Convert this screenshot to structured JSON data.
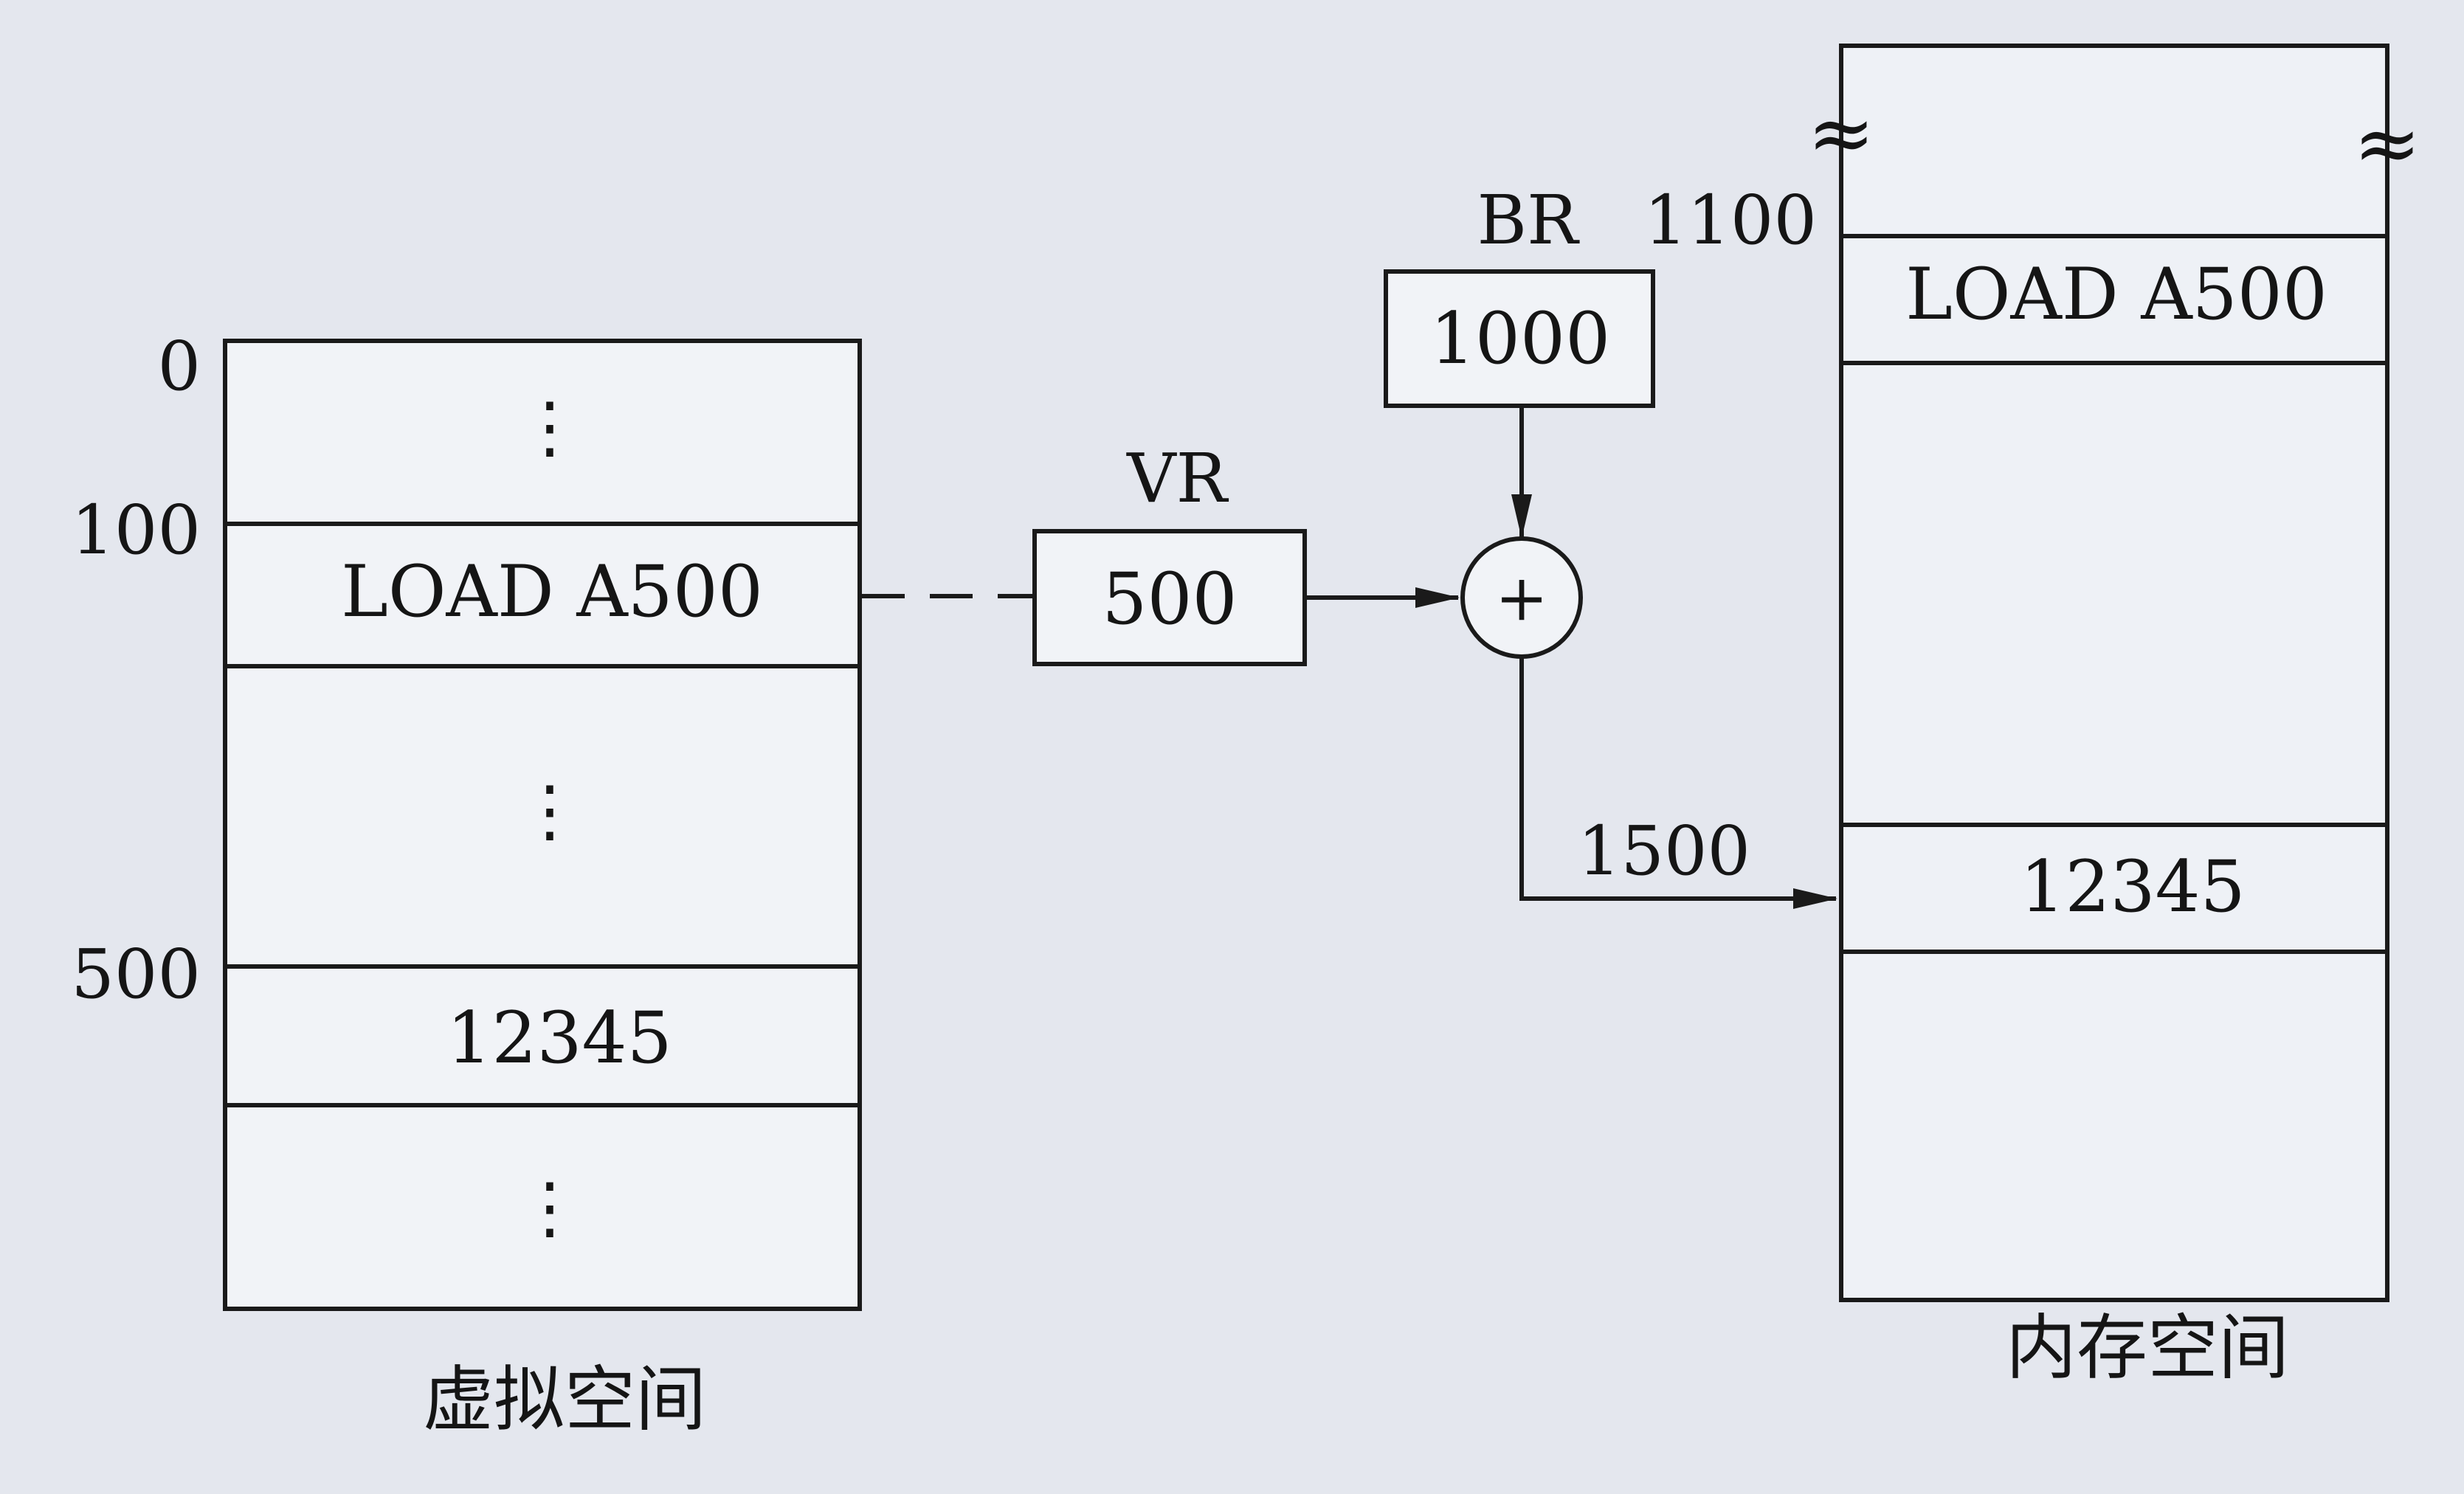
{
  "virtual_space": {
    "addresses": [
      "0",
      "100",
      "500"
    ],
    "instruction": "LOAD A500",
    "value": "12345",
    "ellipsis": "⋮",
    "caption": "虚拟空间"
  },
  "vr_register": {
    "label": "VR",
    "value": "500"
  },
  "br_register": {
    "label": "BR",
    "value": "1000"
  },
  "adder": {
    "symbol": "+"
  },
  "physical_address": "1500",
  "memory_space": {
    "address": "1100",
    "instruction": "LOAD A500",
    "value": "12345",
    "break_mark": "≈",
    "caption": "内存空间"
  }
}
